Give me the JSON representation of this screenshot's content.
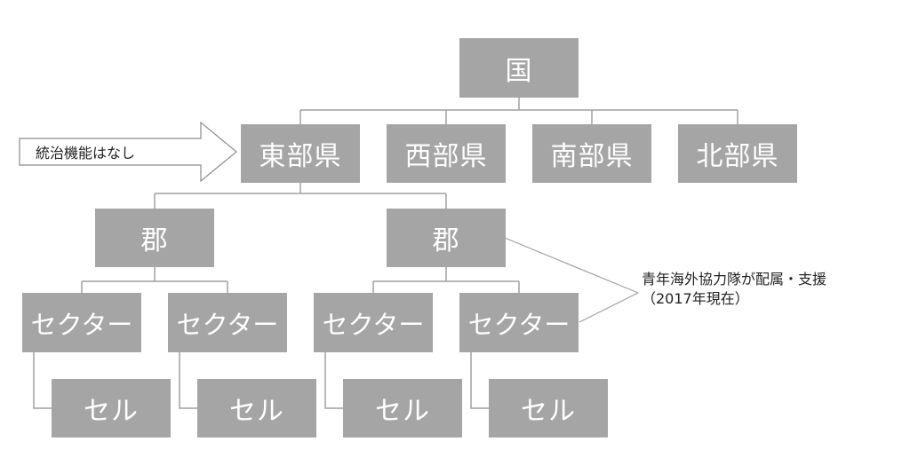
{
  "diagram": {
    "root": {
      "label": "国"
    },
    "prefectures": [
      {
        "label": "東部県"
      },
      {
        "label": "西部県"
      },
      {
        "label": "南部県"
      },
      {
        "label": "北部県"
      }
    ],
    "districts": [
      {
        "label": "郡"
      },
      {
        "label": "郡"
      }
    ],
    "sectors": [
      {
        "label": "セクター"
      },
      {
        "label": "セクター"
      },
      {
        "label": "セクター"
      },
      {
        "label": "セクター"
      }
    ],
    "cells": [
      {
        "label": "セル"
      },
      {
        "label": "セル"
      },
      {
        "label": "セル"
      },
      {
        "label": "セル"
      }
    ],
    "arrow_note": "統治機能はなし",
    "callout": {
      "line1": "青年海外協力隊が配属・支援",
      "line2": "（2017年現在）"
    }
  },
  "colors": {
    "box_fill": "#a5a5a5",
    "box_text": "#ffffff",
    "connector": "#a0a0a0",
    "arrow_stroke": "#8c8c8c"
  }
}
